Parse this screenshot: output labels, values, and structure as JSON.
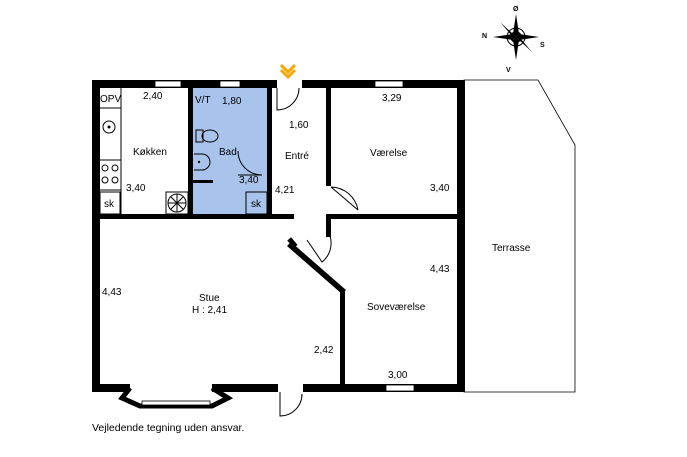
{
  "compass": {
    "n": "N",
    "s": "S",
    "v": "V",
    "o": "Ø"
  },
  "rooms": {
    "koekken": {
      "name": "Køkken",
      "dim_top": "2,40",
      "dim_side": "3,40",
      "opv": "OPV",
      "sk": "sk"
    },
    "bad": {
      "name": "Bad",
      "vt": "V/T",
      "dim_top": "1,80",
      "dim_side": "3,40"
    },
    "entre": {
      "name": "Entré",
      "dim_top": "1,60",
      "dim_side": "4,21",
      "sk": "sk"
    },
    "vaerelse": {
      "name": "Værelse",
      "dim_top": "3,29",
      "dim_side": "3,40"
    },
    "stue": {
      "name": "Stue",
      "height": "H : 2,41",
      "dim_side": "4,43",
      "dim_diag": "2,42"
    },
    "sovevaerelse": {
      "name": "Soveværelse",
      "dim_side": "4,43",
      "dim_bottom": "3,00"
    },
    "terrasse": {
      "name": "Terrasse"
    }
  },
  "footer": {
    "disclaimer": "Vejledende tegning uden ansvar."
  },
  "colors": {
    "bathroom": "#a9c4ec",
    "entrance_marker": "#f5a800",
    "walls": "#000000"
  }
}
